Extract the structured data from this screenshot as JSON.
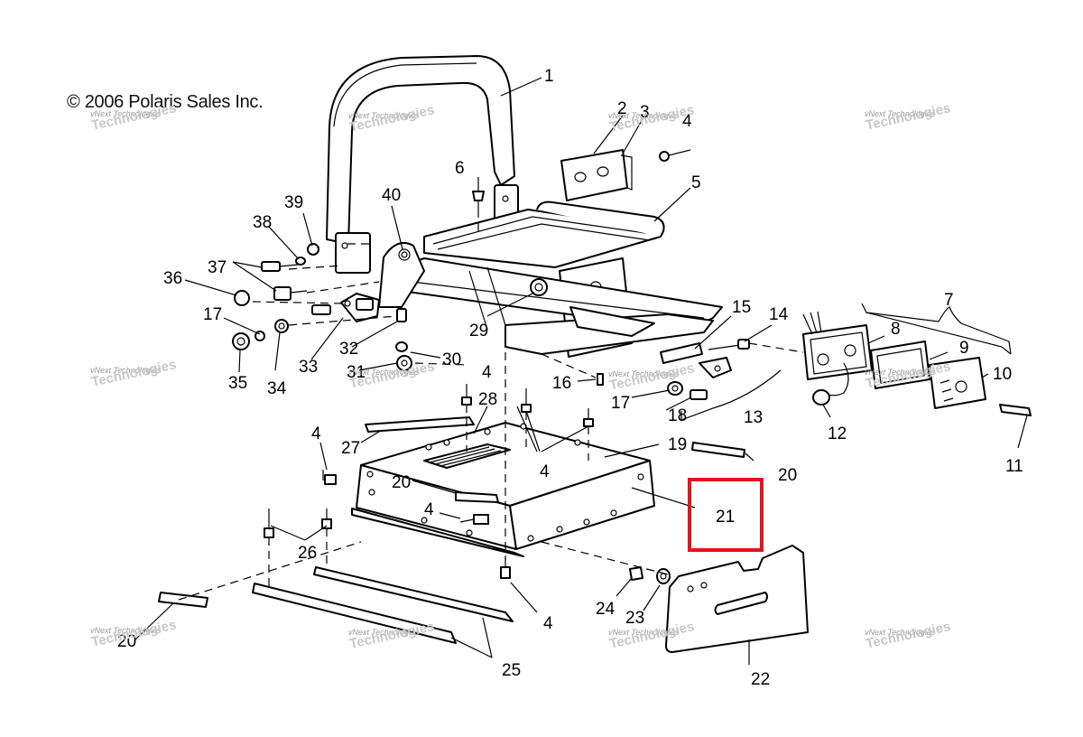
{
  "copyright": "© 2006 Polaris Sales Inc.",
  "watermark": {
    "line1": "vNext Technologies",
    "line2": "Technologies"
  },
  "highlight_color": "#e0161b",
  "highlighted_callout": "21",
  "callouts": {
    "c1": "1",
    "c2": "2",
    "c3": "3",
    "c4a": "4",
    "c5": "5",
    "c6": "6",
    "c7": "7",
    "c8": "8",
    "c9": "9",
    "c10": "10",
    "c11": "11",
    "c12": "12",
    "c13": "13",
    "c14": "14",
    "c15": "15",
    "c16": "16",
    "c17a": "17",
    "c17b": "17",
    "c18": "18",
    "c19": "19",
    "c20a": "20",
    "c20b": "20",
    "c20c": "20",
    "c21": "21",
    "c22": "22",
    "c23": "23",
    "c24": "24",
    "c25": "25",
    "c26": "26",
    "c27": "27",
    "c28": "28",
    "c29": "29",
    "c30": "30",
    "c31": "31",
    "c32": "32",
    "c33": "33",
    "c34": "34",
    "c35": "35",
    "c36": "36",
    "c37": "37",
    "c38": "38",
    "c39": "39",
    "c40": "40",
    "c4b": "4",
    "c4c": "4",
    "c4d": "4",
    "c4e": "4",
    "c4f": "4"
  }
}
